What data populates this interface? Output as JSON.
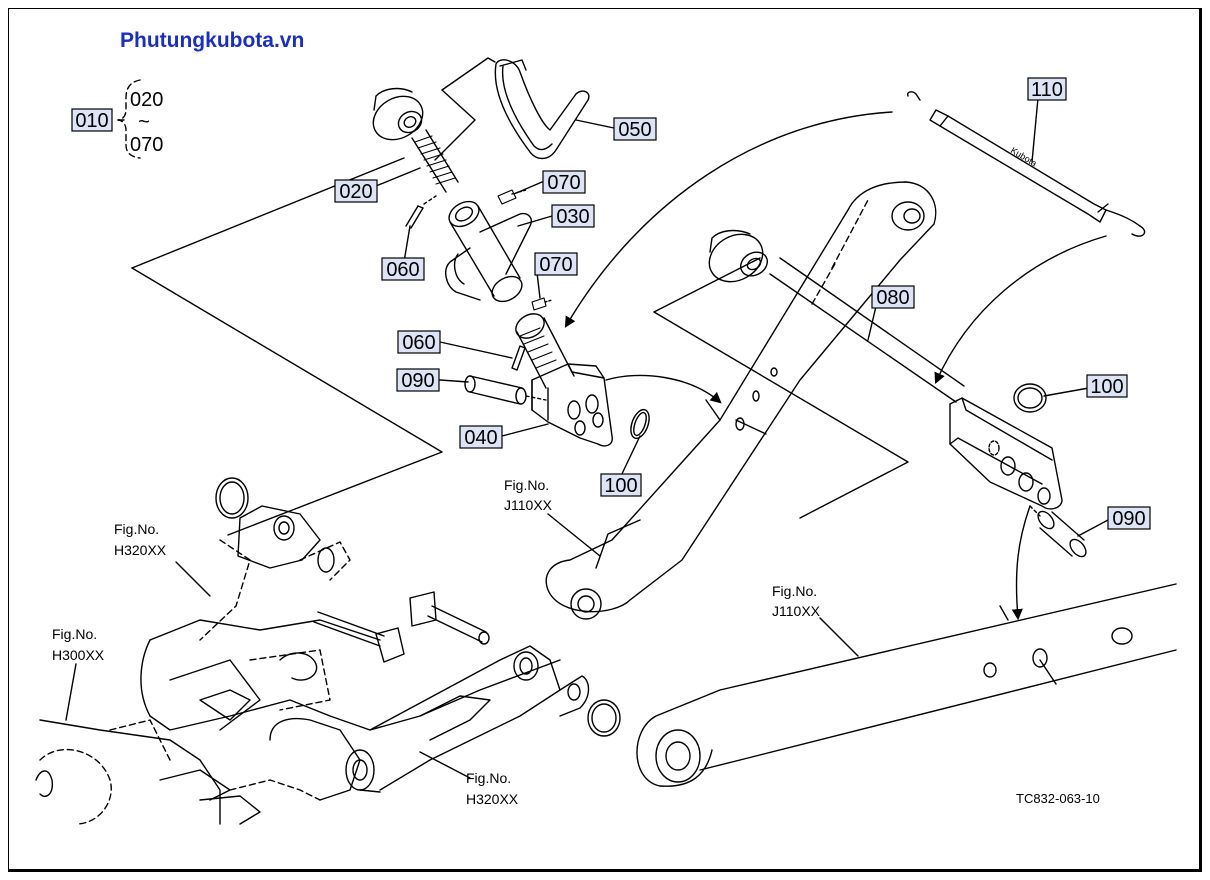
{
  "watermark": "Phutungkubota.vn",
  "group_note": {
    "main": "010",
    "from": "020",
    "range_mark": "~",
    "to": "070"
  },
  "callouts": {
    "c110": "110",
    "c050": "050",
    "c020": "020",
    "c070a": "070",
    "c030": "030",
    "c060a": "060",
    "c070b": "070",
    "c080": "080",
    "c060b": "060",
    "c090a": "090",
    "c100a": "100",
    "c040": "040",
    "c100b": "100",
    "c090b": "090"
  },
  "fig_refs": {
    "j110_a": {
      "label": "Fig.No.",
      "code": "J110XX"
    },
    "j110_b": {
      "label": "Fig.No.",
      "code": "J110XX"
    },
    "h320_a": {
      "label": "Fig.No.",
      "code": "H320XX"
    },
    "h300": {
      "label": "Fig.No.",
      "code": "H300XX"
    },
    "h320_b": {
      "label": "Fig.No.",
      "code": "H320XX"
    }
  },
  "drawing_code": "TC832-063-10",
  "link_text": "Kubota"
}
